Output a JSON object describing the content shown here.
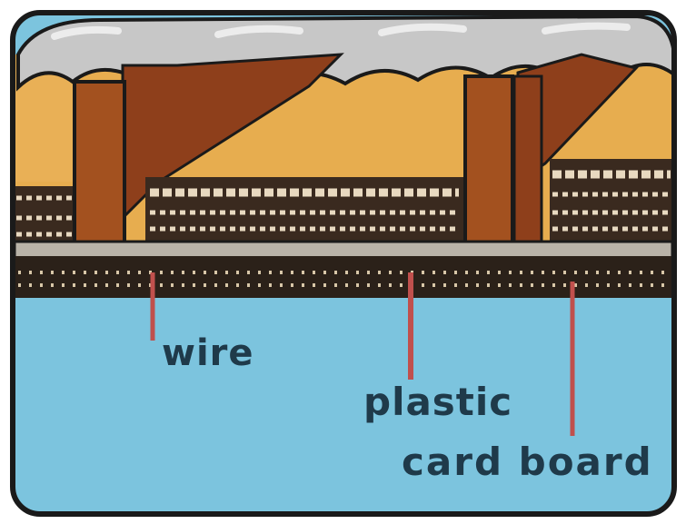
{
  "labels": {
    "wire": "wire",
    "plastic": "plastic",
    "cardboard": "card board"
  },
  "colors": {
    "sky_blue": "#7cc4de",
    "wall_orange": "#e7ad4f",
    "beam_brown": "#9b4a22",
    "roof_grey": "#bdbdbd",
    "outline": "#1a1a1a",
    "pointer_red": "#c0504d",
    "label_ink": "#1f3a4a"
  }
}
